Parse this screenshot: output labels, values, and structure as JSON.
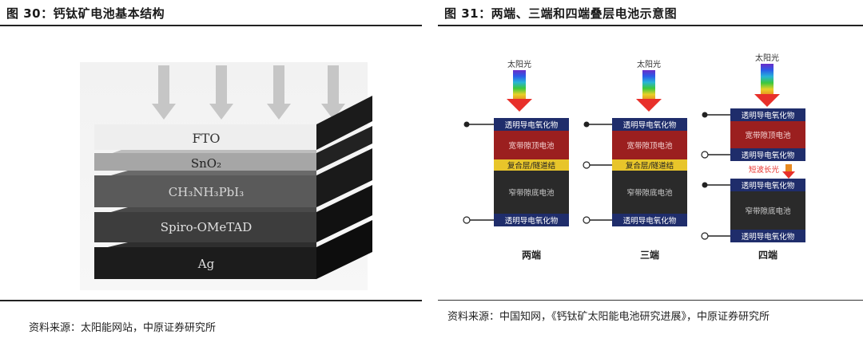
{
  "left": {
    "title": "图 30：钙钛矿电池基本结构",
    "layers": [
      "FTO",
      "SnO₂",
      "CH₃NH₃PbI₃",
      "Spiro-OMeTAD",
      "Ag"
    ],
    "source": "资料来源：太阳能网站，中原证券研究所"
  },
  "right": {
    "title": "图 31：两端、三端和四端叠层电池示意图",
    "sunlight": "太阳光",
    "tco": "透明导电氧化物",
    "wide_cell": "宽带隙顶电池",
    "junction": "复合层/隧道结",
    "narrow_cell": "窄带隙底电池",
    "short_wave": "短波长光",
    "labels": {
      "two": "两端",
      "three": "三端",
      "four": "四端"
    },
    "source": "资料来源：中国知网，《钙钛矿太阳能电池研究进展》，中原证券研究所"
  },
  "colors": {
    "tco": "#1f2d6b",
    "wide": "#9b1f1f",
    "junction": "#e8c52a",
    "narrow": "#2a2a2a",
    "arrow_red": "#e8302a"
  }
}
